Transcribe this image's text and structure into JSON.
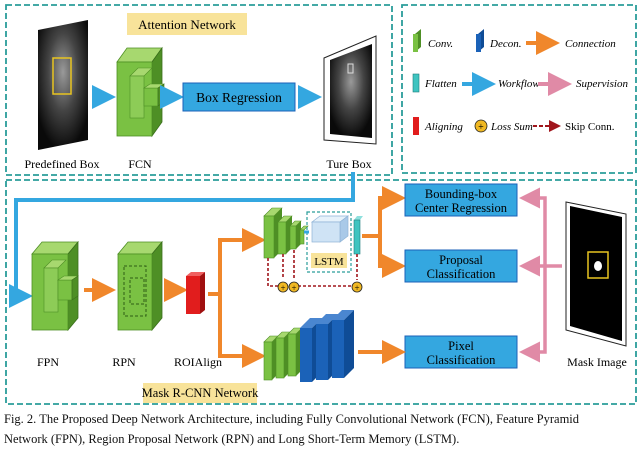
{
  "colors": {
    "frame": "#2a9d9a",
    "green": "#7ac143",
    "green_dark": "#4e8f25",
    "blue": "#1b62b8",
    "blue_box": "#34a7e0",
    "orange": "#f0872b",
    "pink": "#e08aa6",
    "teal": "#3fc4c0",
    "red": "#e11d1d",
    "yellow": "#f8e39a",
    "dark_red": "#a0161c"
  },
  "attention": {
    "title": "Attention Network",
    "predefined_box_label": "Predefined Box",
    "fcn_label": "FCN",
    "box_regression_label": "Box Regression",
    "true_box_label": "Ture Box"
  },
  "legend": {
    "conv": "Conv.",
    "deconv": "Decon.",
    "connection": "Connection",
    "flatten": "Flatten",
    "workflow": "Workflow",
    "supervision": "Supervision",
    "aligning": "Aligning",
    "loss_sum": "Loss Sum",
    "skip_conn": "Skip Conn."
  },
  "mask_rcnn": {
    "title": "Mask R-CNN Network",
    "fpn_label": "FPN",
    "rpn_label": "RPN",
    "roialign_label": "ROIAlign",
    "lstm_label": "LSTM",
    "bbox_reg_line1": "Bounding-box",
    "bbox_reg_line2": "Center Regression",
    "proposal_line1": "Proposal",
    "proposal_line2": "Classification",
    "pixel_line1": "Pixel",
    "pixel_line2": "Classification",
    "mask_image_label": "Mask Image"
  },
  "caption": {
    "line1": "Fig. 2. The Proposed Deep Network Architecture, including Fully Convolutional Network (FCN), Feature Pyramid",
    "line2": "Network (FPN), Region Proposal Network (RPN) and Long Short-Term Memory (LSTM)."
  }
}
